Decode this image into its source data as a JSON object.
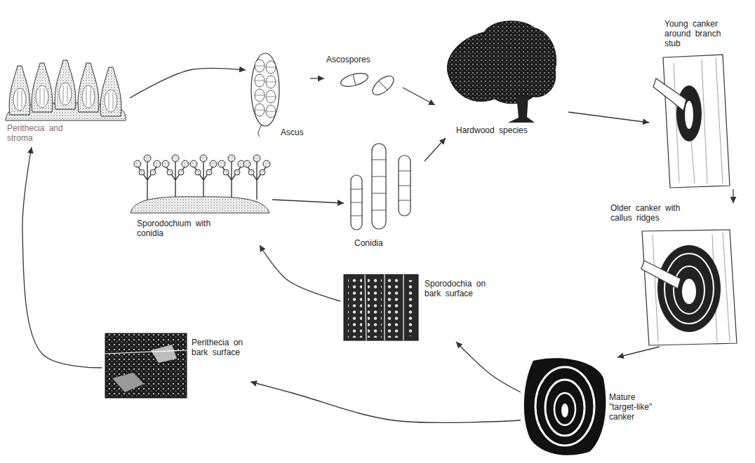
{
  "diagram": {
    "nodes": [
      {
        "text": [
          "Perithecia and stroma"
        ]
      },
      {
        "text": [
          "Ascus"
        ]
      },
      {
        "text": [
          "Ascospores"
        ]
      },
      {
        "text": [
          "Hardwood species"
        ]
      },
      {
        "text": [
          "Young canker around branch stub"
        ]
      },
      {
        "text": [
          "Sporodochium with conidia"
        ]
      },
      {
        "text": [
          "Conidia"
        ]
      },
      {
        "text": [
          "Older canker with callus ridges"
        ]
      },
      {
        "text": [
          "Sporodochia on bark surface"
        ]
      },
      {
        "text": [
          "Perithecia on bark surface"
        ]
      },
      {
        "text": [
          "Mature \"target-like\" canker"
        ]
      }
    ],
    "edges": [
      {
        "from": 0,
        "to": 1,
        "arrow": "to"
      },
      {
        "from": 1,
        "to": 2,
        "arrow": "to"
      },
      {
        "from": 2,
        "to": 3,
        "arrow": "to"
      },
      {
        "from": 5,
        "to": 6,
        "arrow": "to"
      },
      {
        "from": 6,
        "to": 3,
        "arrow": "to"
      },
      {
        "from": 3,
        "to": 4,
        "arrow": "to"
      },
      {
        "from": 4,
        "to": 7,
        "arrow": "to"
      },
      {
        "from": 7,
        "to": 10,
        "arrow": "to"
      },
      {
        "from": 10,
        "to": 8,
        "arrow": "to"
      },
      {
        "from": 10,
        "to": 9,
        "arrow": "to"
      },
      {
        "from": 8,
        "to": 5,
        "arrow": "to"
      },
      {
        "from": 9,
        "to": 0,
        "arrow": "to"
      }
    ]
  }
}
